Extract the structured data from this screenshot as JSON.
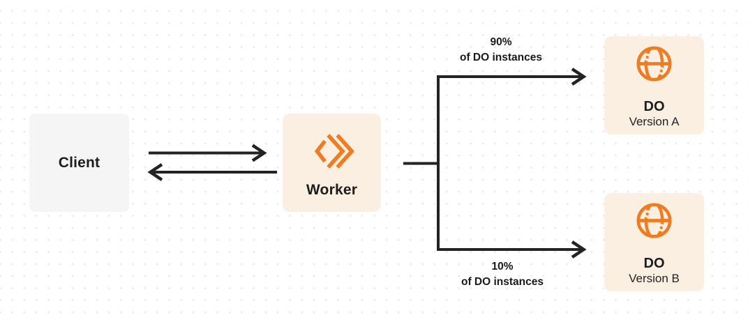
{
  "nodes": {
    "client": {
      "label": "Client"
    },
    "worker": {
      "label": "Worker"
    },
    "do_version_a": {
      "label": "DO",
      "sublabel": "Version A"
    },
    "do_version_b": {
      "label": "DO",
      "sublabel": "Version B"
    }
  },
  "branches": {
    "a": {
      "percent": "90%",
      "caption": "of DO instances"
    },
    "b": {
      "percent": "10%",
      "caption": "of DO instances"
    }
  },
  "icons": {
    "worker": "workers-chevrons-icon",
    "durable_object": "globe-icon"
  },
  "colors": {
    "accent_orange": "#EE7C23",
    "node_cream_bg": "#FBEFE1",
    "node_gray_bg": "#F5F5F6",
    "connector_dark": "#232323",
    "dot_grid": "#E5E5E7",
    "canvas_bg": "#FFFFFF"
  }
}
